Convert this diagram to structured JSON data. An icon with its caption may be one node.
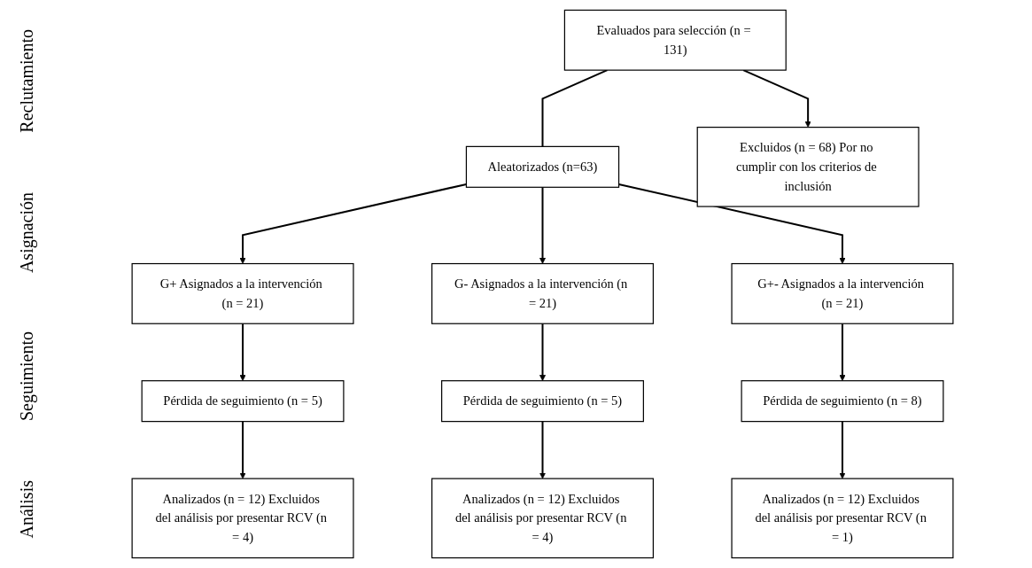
{
  "diagram": {
    "nodes": [
      {
        "text": [
          "Evaluados para selección (n = 131)"
        ]
      },
      {
        "text": [
          "Excluidos (n = 68) Por no cumplir con los criterios de inclusión"
        ]
      },
      {
        "text": [
          "Aleatorizados (n=63)"
        ]
      },
      {
        "text": [
          "G+ Asignados a la intervención (n = 21)"
        ]
      },
      {
        "text": [
          "G- Asignados a la intervención (n = 21)"
        ]
      },
      {
        "text": [
          "G+- Asignados a la intervención (n = 21)"
        ]
      },
      {
        "text": [
          "Pérdida de seguimiento (n = 5)"
        ]
      },
      {
        "text": [
          "Pérdida de seguimiento (n = 5)"
        ]
      },
      {
        "text": [
          "Pérdida de seguimiento (n = 8)"
        ]
      },
      {
        "text": [
          "Analizados (n = 12) Excluidos del análisis por presentar RCV (n = 4)"
        ]
      },
      {
        "text": [
          "Analizados (n = 12) Excluidos del análisis por presentar RCV (n = 4)"
        ]
      },
      {
        "text": [
          "Analizados (n = 12) Excluidos del análisis por presentar RCV (n = 1)"
        ]
      }
    ],
    "edges": [
      {
        "from": 0,
        "to": 2,
        "arrow": "none"
      },
      {
        "from": 0,
        "to": 1,
        "arrow": "to"
      },
      {
        "from": 2,
        "to": 3,
        "arrow": "to"
      },
      {
        "from": 2,
        "to": 4,
        "arrow": "to"
      },
      {
        "from": 2,
        "to": 5,
        "arrow": "to"
      },
      {
        "from": 3,
        "to": 6,
        "arrow": "to"
      },
      {
        "from": 4,
        "to": 7,
        "arrow": "to"
      },
      {
        "from": 5,
        "to": 8,
        "arrow": "to"
      },
      {
        "from": 6,
        "to": 9,
        "arrow": "to"
      },
      {
        "from": 7,
        "to": 10,
        "arrow": "to"
      },
      {
        "from": 8,
        "to": 11,
        "arrow": "to"
      }
    ],
    "labels": [
      "Reclutamiento",
      "Asignación",
      "Seguimiento",
      "Análisis"
    ]
  }
}
